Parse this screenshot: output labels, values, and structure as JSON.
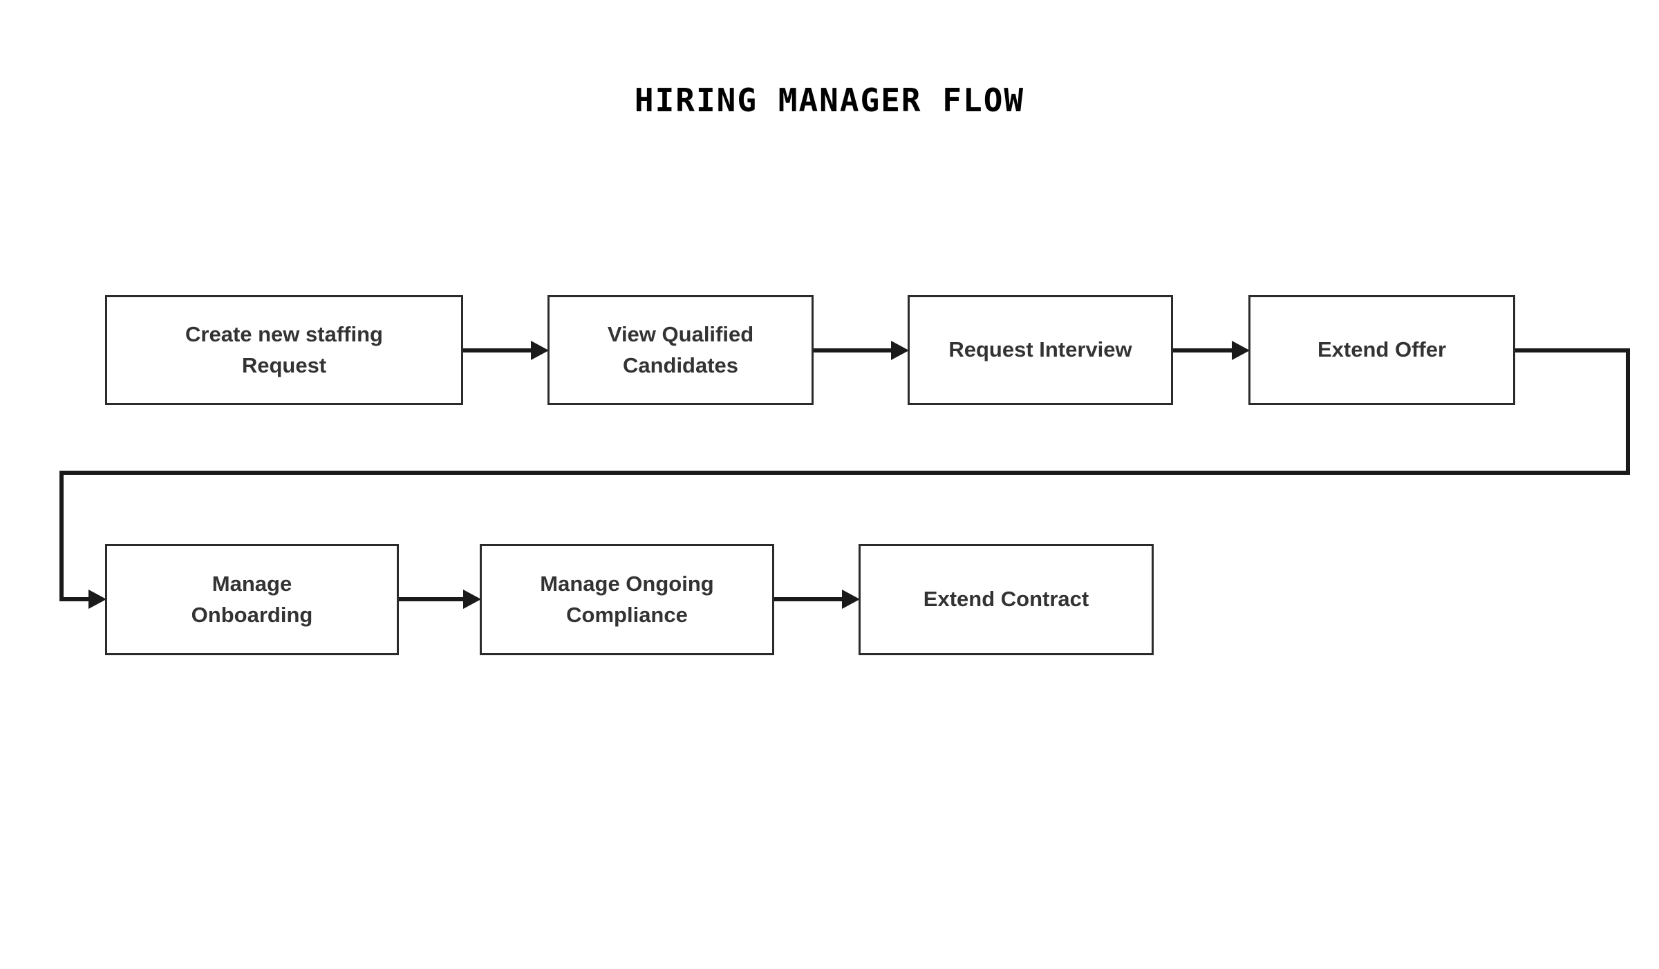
{
  "title": "HIRING MANAGER FLOW",
  "flow": {
    "nodes": [
      {
        "id": "create-staffing-request",
        "label": "Create new staffing\nRequest"
      },
      {
        "id": "view-qualified-candidates",
        "label": "View Qualified\nCandidates"
      },
      {
        "id": "request-interview",
        "label": "Request Interview"
      },
      {
        "id": "extend-offer",
        "label": "Extend Offer"
      },
      {
        "id": "manage-onboarding",
        "label": "Manage\nOnboarding"
      },
      {
        "id": "manage-ongoing-compliance",
        "label": "Manage Ongoing\nCompliance"
      },
      {
        "id": "extend-contract",
        "label": "Extend Contract"
      }
    ],
    "edges": [
      {
        "from": "create-staffing-request",
        "to": "view-qualified-candidates"
      },
      {
        "from": "view-qualified-candidates",
        "to": "request-interview"
      },
      {
        "from": "request-interview",
        "to": "extend-offer"
      },
      {
        "from": "extend-offer",
        "to": "manage-onboarding"
      },
      {
        "from": "manage-onboarding",
        "to": "manage-ongoing-compliance"
      },
      {
        "from": "manage-ongoing-compliance",
        "to": "extend-contract"
      }
    ],
    "colors": {
      "node_fill": "#ffffff",
      "node_border": "#2b2b2b",
      "label_text": "#333333",
      "connector": "#1a1a1a",
      "title_text": "#000000"
    }
  }
}
